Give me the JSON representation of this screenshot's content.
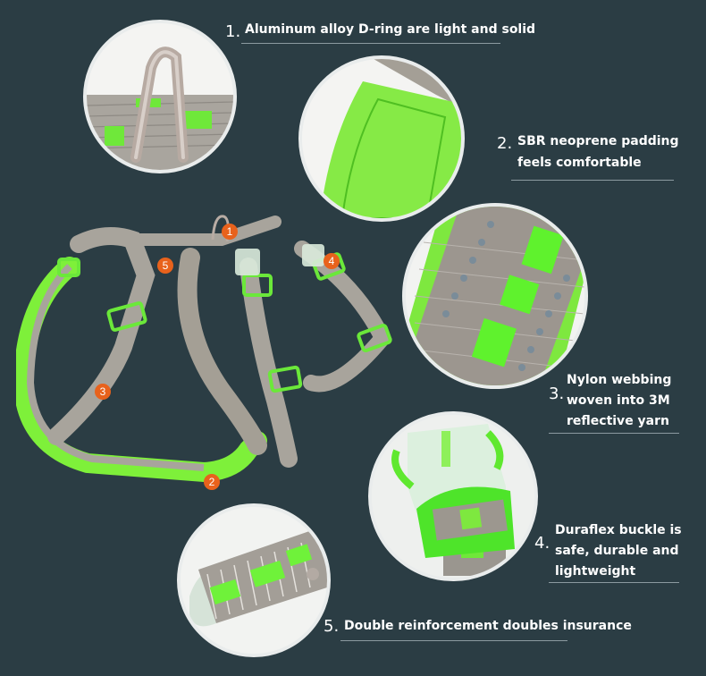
{
  "features": [
    {
      "number": "1.",
      "lines": [
        "Aluminum alloy D-ring are light and solid"
      ],
      "icon": "d-ring-closeup"
    },
    {
      "number": "2.",
      "lines": [
        "SBR neoprene padding",
        "feels comfortable"
      ],
      "icon": "neoprene-padding-closeup"
    },
    {
      "number": "3.",
      "lines": [
        "Nylon webbing",
        "woven into 3M",
        "reflective yarn"
      ],
      "icon": "reflective-webbing-closeup"
    },
    {
      "number": "4.",
      "lines": [
        "Duraflex buckle is",
        "safe, durable and",
        "lightweight"
      ],
      "icon": "buckle-closeup"
    },
    {
      "number": "5.",
      "lines": [
        "Double reinforcement doubles insurance"
      ],
      "icon": "reinforced-stitching-closeup"
    }
  ],
  "markers": [
    "1",
    "2",
    "3",
    "4",
    "5"
  ],
  "colors": {
    "background": "#2b3d44",
    "accent_green": "#7ef03a",
    "webbing_gray": "#a8a49c",
    "marker_orange": "#e8621c",
    "divider": "#8c9aa0"
  }
}
